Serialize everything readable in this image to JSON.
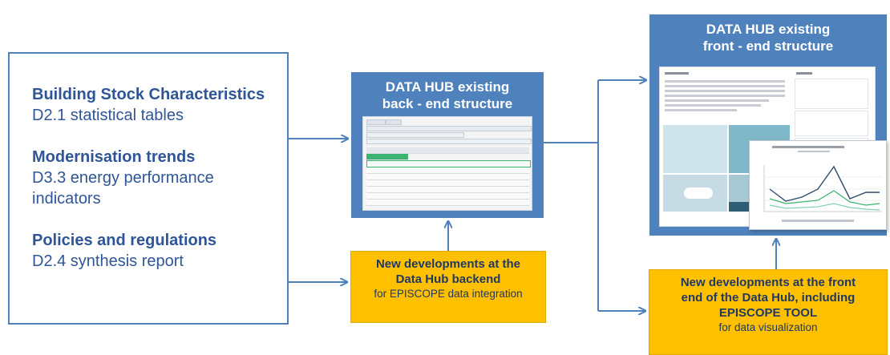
{
  "sources": [
    {
      "title": "Building Stock Characteristics",
      "body": "D2.1 statistical tables"
    },
    {
      "title": "Modernisation trends",
      "body": "D3.3 energy performance indicators"
    },
    {
      "title": "Policies and regulations",
      "body": "D2.4 synthesis report"
    }
  ],
  "backend": {
    "title_line1": "DATA HUB existing",
    "title_line2": "back - end structure"
  },
  "frontend": {
    "title_line1": "DATA HUB existing",
    "title_line2": "front - end structure"
  },
  "dev_backend": {
    "line1": "New developments at the",
    "line2": "Data Hub backend",
    "note": "for EPISCOPE data integration"
  },
  "dev_frontend": {
    "line1": "New developments at the front",
    "line2": "end of the Data Hub, including",
    "line3": "EPISCOPE TOOL",
    "note": "for data visualization"
  },
  "colors": {
    "blue_box": "#4f81bd",
    "yellow_box": "#ffc000",
    "arrow": "#4f81bd",
    "text_blue": "#2f5597",
    "yellow_text": "#1f3864"
  }
}
